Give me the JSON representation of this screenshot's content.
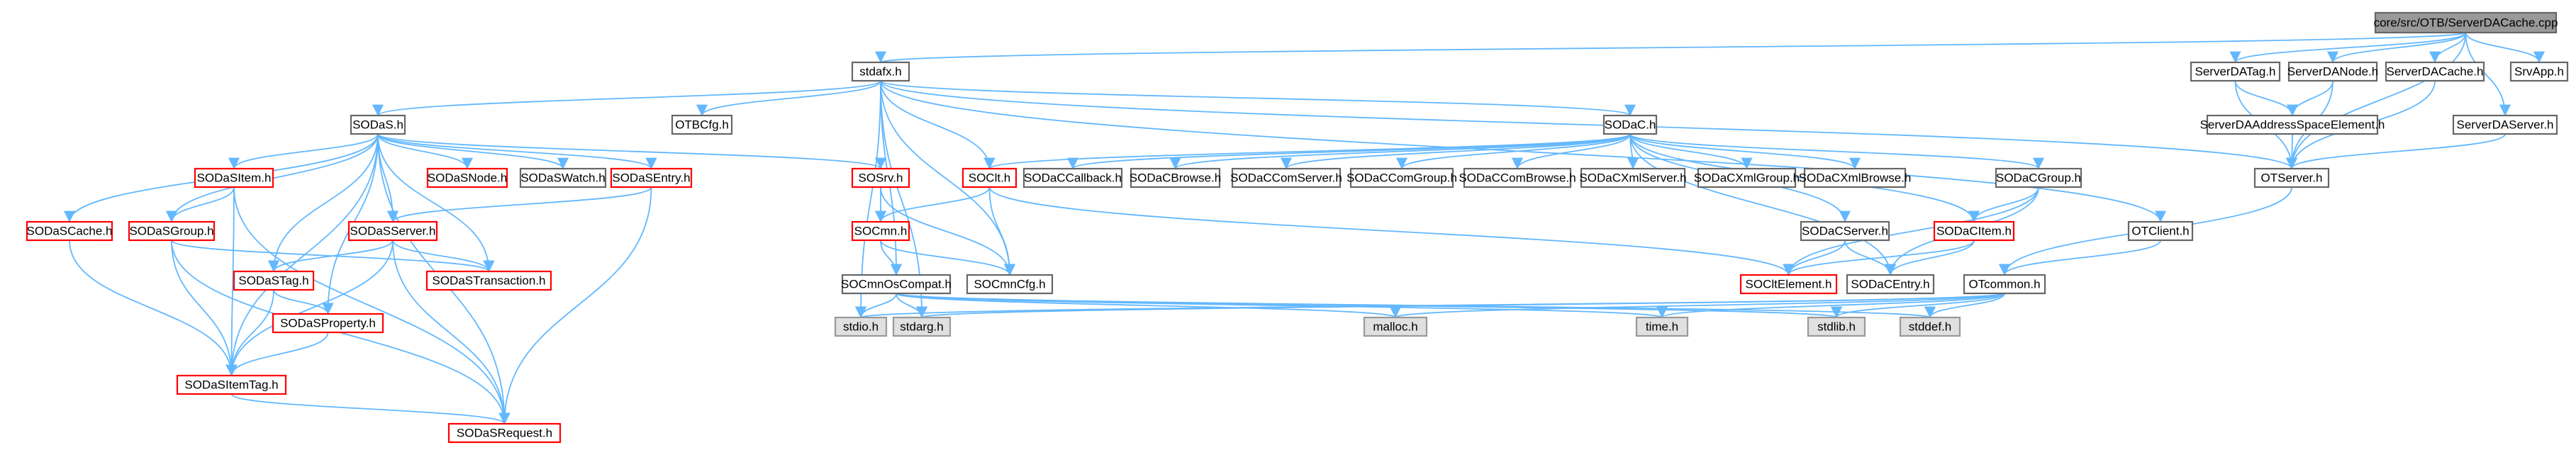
{
  "colors": {
    "edge": "#63b8ff",
    "node_fill": "#ffffff",
    "node_stroke": "#666666",
    "root_fill": "#999999",
    "root_stroke": "#666666",
    "missing_stroke": "#ff0000",
    "system_fill": "#e0e0e0",
    "system_stroke": "#999999"
  },
  "nodes": [
    {
      "id": "root",
      "label": "core/src/OTB/ServerDACache.cpp",
      "style": "root"
    },
    {
      "id": "stdafx",
      "label": "stdafx.h",
      "style": "normal"
    },
    {
      "id": "serverdatag",
      "label": "ServerDATag.h",
      "style": "normal"
    },
    {
      "id": "serverdanode",
      "label": "ServerDANode.h",
      "style": "normal"
    },
    {
      "id": "serverdacache",
      "label": "ServerDACache.h",
      "style": "normal"
    },
    {
      "id": "srvapp",
      "label": "SrvApp.h",
      "style": "normal"
    },
    {
      "id": "sodas",
      "label": "SODaS.h",
      "style": "normal"
    },
    {
      "id": "otbcfg",
      "label": "OTBCfg.h",
      "style": "normal"
    },
    {
      "id": "sodac",
      "label": "SODaC.h",
      "style": "normal"
    },
    {
      "id": "serverdaase",
      "label": "ServerDAAddressSpaceElement.h",
      "style": "normal"
    },
    {
      "id": "serverdaserver",
      "label": "ServerDAServer.h",
      "style": "normal"
    },
    {
      "id": "sodasitem",
      "label": "SODaSItem.h",
      "style": "missing"
    },
    {
      "id": "sodasnode",
      "label": "SODaSNode.h",
      "style": "missing"
    },
    {
      "id": "sodaswatch",
      "label": "SODaSWatch.h",
      "style": "normal"
    },
    {
      "id": "sodasentry",
      "label": "SODaSEntry.h",
      "style": "missing"
    },
    {
      "id": "sosrv",
      "label": "SOSrv.h",
      "style": "missing"
    },
    {
      "id": "soclt",
      "label": "SOClt.h",
      "style": "missing"
    },
    {
      "id": "sodaccallback",
      "label": "SODaCCallback.h",
      "style": "normal"
    },
    {
      "id": "sodacbrowse",
      "label": "SODaCBrowse.h",
      "style": "normal"
    },
    {
      "id": "sodaccomserver",
      "label": "SODaCComServer.h",
      "style": "normal"
    },
    {
      "id": "sodaccomgroup",
      "label": "SODaCComGroup.h",
      "style": "normal"
    },
    {
      "id": "sodaccombrowse",
      "label": "SODaCComBrowse.h",
      "style": "normal"
    },
    {
      "id": "sodacxmlserver",
      "label": "SODaCXmlServer.h",
      "style": "normal"
    },
    {
      "id": "sodacxmlgroup",
      "label": "SODaCXmlGroup.h",
      "style": "normal"
    },
    {
      "id": "sodacxmlbrowse",
      "label": "SODaCXmlBrowse.h",
      "style": "normal"
    },
    {
      "id": "sodacgroup",
      "label": "SODaCGroup.h",
      "style": "normal"
    },
    {
      "id": "otserver",
      "label": "OTServer.h",
      "style": "normal"
    },
    {
      "id": "sodascache",
      "label": "SODaSCache.h",
      "style": "missing"
    },
    {
      "id": "sodasgroup",
      "label": "SODaSGroup.h",
      "style": "missing"
    },
    {
      "id": "sodasserver",
      "label": "SODaSServer.h",
      "style": "missing"
    },
    {
      "id": "socmn",
      "label": "SOCmn.h",
      "style": "missing"
    },
    {
      "id": "sodacserver",
      "label": "SODaCServer.h",
      "style": "normal"
    },
    {
      "id": "sodacitem",
      "label": "SODaCItem.h",
      "style": "missing"
    },
    {
      "id": "otclient",
      "label": "OTClient.h",
      "style": "normal"
    },
    {
      "id": "sodastag",
      "label": "SODaSTag.h",
      "style": "missing"
    },
    {
      "id": "sodastransaction",
      "label": "SODaSTransaction.h",
      "style": "missing"
    },
    {
      "id": "socmnoscompat",
      "label": "SOCmnOsCompat.h",
      "style": "normal"
    },
    {
      "id": "socmncfg",
      "label": "SOCmnCfg.h",
      "style": "normal"
    },
    {
      "id": "socltelement",
      "label": "SOCltElement.h",
      "style": "missing"
    },
    {
      "id": "sodacentry",
      "label": "SODaCEntry.h",
      "style": "normal"
    },
    {
      "id": "otcommon",
      "label": "OTcommon.h",
      "style": "normal"
    },
    {
      "id": "sodasproperty",
      "label": "SODaSProperty.h",
      "style": "missing"
    },
    {
      "id": "stdio",
      "label": "stdio.h",
      "style": "system"
    },
    {
      "id": "stdarg",
      "label": "stdarg.h",
      "style": "system"
    },
    {
      "id": "malloc",
      "label": "malloc.h",
      "style": "system"
    },
    {
      "id": "time",
      "label": "time.h",
      "style": "system"
    },
    {
      "id": "stdlib",
      "label": "stdlib.h",
      "style": "system"
    },
    {
      "id": "stddef",
      "label": "stddef.h",
      "style": "system"
    },
    {
      "id": "sodasitemtag",
      "label": "SODaSItemTag.h",
      "style": "missing"
    },
    {
      "id": "sodasrequest",
      "label": "SODaSRequest.h",
      "style": "missing"
    }
  ],
  "edges": [
    [
      "root",
      "stdafx"
    ],
    [
      "root",
      "serverdatag"
    ],
    [
      "root",
      "serverdanode"
    ],
    [
      "root",
      "serverdacache"
    ],
    [
      "root",
      "srvapp"
    ],
    [
      "root",
      "serverdaserver"
    ],
    [
      "root",
      "otserver"
    ],
    [
      "stdafx",
      "sodas"
    ],
    [
      "stdafx",
      "otbcfg"
    ],
    [
      "stdafx",
      "sodac"
    ],
    [
      "stdafx",
      "otserver"
    ],
    [
      "stdafx",
      "otclient"
    ],
    [
      "stdafx",
      "stdio"
    ],
    [
      "stdafx",
      "stdarg"
    ],
    [
      "stdafx",
      "socmnoscompat"
    ],
    [
      "stdafx",
      "socmncfg"
    ],
    [
      "stdafx",
      "soclt"
    ],
    [
      "serverdatag",
      "serverdaase"
    ],
    [
      "serverdatag",
      "otserver"
    ],
    [
      "serverdanode",
      "serverdaase"
    ],
    [
      "serverdanode",
      "otserver"
    ],
    [
      "serverdacache",
      "otserver"
    ],
    [
      "serverdaase",
      "otserver"
    ],
    [
      "serverdaserver",
      "otserver"
    ],
    [
      "otserver",
      "otcommon"
    ],
    [
      "otclient",
      "otcommon"
    ],
    [
      "sodas",
      "sodasitem"
    ],
    [
      "sodas",
      "sodasnode"
    ],
    [
      "sodas",
      "sodaswatch"
    ],
    [
      "sodas",
      "sodasentry"
    ],
    [
      "sodas",
      "sosrv"
    ],
    [
      "sodas",
      "sodascache"
    ],
    [
      "sodas",
      "sodasgroup"
    ],
    [
      "sodas",
      "sodasserver"
    ],
    [
      "sodas",
      "sodastag"
    ],
    [
      "sodas",
      "sodastransaction"
    ],
    [
      "sodas",
      "sodasproperty"
    ],
    [
      "sodas",
      "sodasitemtag"
    ],
    [
      "sodas",
      "sodasrequest"
    ],
    [
      "sodac",
      "soclt"
    ],
    [
      "sodac",
      "sodaccallback"
    ],
    [
      "sodac",
      "sodacbrowse"
    ],
    [
      "sodac",
      "sodaccomserver"
    ],
    [
      "sodac",
      "sodaccomgroup"
    ],
    [
      "sodac",
      "sodaccombrowse"
    ],
    [
      "sodac",
      "sodacxmlserver"
    ],
    [
      "sodac",
      "sodacxmlgroup"
    ],
    [
      "sodac",
      "sodacxmlbrowse"
    ],
    [
      "sodac",
      "sodacgroup"
    ],
    [
      "sodac",
      "sodacserver"
    ],
    [
      "sodac",
      "sodacitem"
    ],
    [
      "sodac",
      "sodacentry"
    ],
    [
      "sodasitem",
      "sodasgroup"
    ],
    [
      "sodasitem",
      "sodasitemtag"
    ],
    [
      "sodasitem",
      "sodasrequest"
    ],
    [
      "sodasentry",
      "sodasserver"
    ],
    [
      "sodasentry",
      "sodasrequest"
    ],
    [
      "sosrv",
      "socmn"
    ],
    [
      "sosrv",
      "socmncfg"
    ],
    [
      "soclt",
      "socmn"
    ],
    [
      "soclt",
      "socmncfg"
    ],
    [
      "soclt",
      "socltelement"
    ],
    [
      "sodacgroup",
      "sodacitem"
    ],
    [
      "sodacgroup",
      "socltelement"
    ],
    [
      "sodacgroup",
      "sodacentry"
    ],
    [
      "sodascache",
      "sodasitemtag"
    ],
    [
      "sodasgroup",
      "sodasitemtag"
    ],
    [
      "sodasgroup",
      "sodasrequest"
    ],
    [
      "sodasgroup",
      "sodastransaction"
    ],
    [
      "sodasserver",
      "sodastransaction"
    ],
    [
      "sodasserver",
      "sodastag"
    ],
    [
      "sodasserver",
      "sodasitemtag"
    ],
    [
      "sodasserver",
      "sodasrequest"
    ],
    [
      "socmn",
      "socmnoscompat"
    ],
    [
      "socmn",
      "socmncfg"
    ],
    [
      "sodacserver",
      "socltelement"
    ],
    [
      "sodacserver",
      "sodacentry"
    ],
    [
      "sodacitem",
      "socltelement"
    ],
    [
      "sodacitem",
      "sodacentry"
    ],
    [
      "sodastag",
      "sodasproperty"
    ],
    [
      "sodastag",
      "sodasitemtag"
    ],
    [
      "sodasproperty",
      "sodasitemtag"
    ],
    [
      "sodasitemtag",
      "sodasrequest"
    ],
    [
      "socmnoscompat",
      "stdio"
    ],
    [
      "socmnoscompat",
      "stdarg"
    ],
    [
      "socmnoscompat",
      "malloc"
    ],
    [
      "socmnoscompat",
      "time"
    ],
    [
      "socmnoscompat",
      "stdlib"
    ],
    [
      "socmnoscompat",
      "stddef"
    ],
    [
      "otcommon",
      "stdio"
    ],
    [
      "otcommon",
      "stdarg"
    ],
    [
      "otcommon",
      "malloc"
    ],
    [
      "otcommon",
      "time"
    ],
    [
      "otcommon",
      "stdlib"
    ],
    [
      "otcommon",
      "stddef"
    ]
  ]
}
